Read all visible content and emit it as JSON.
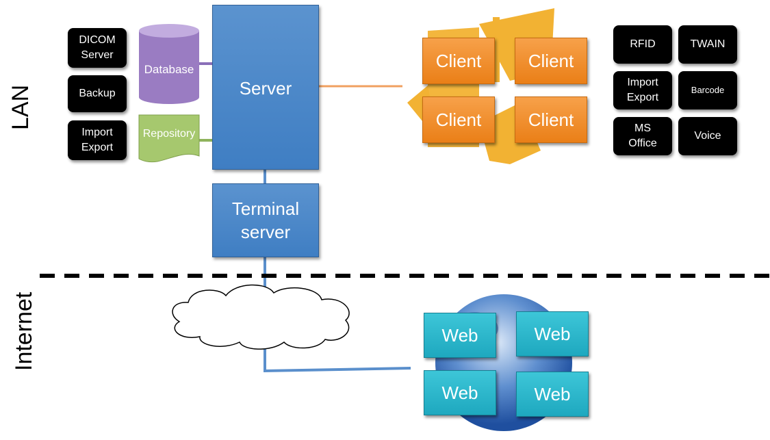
{
  "zones": {
    "lan": "LAN",
    "internet": "Internet"
  },
  "left_blocks": [
    {
      "label": "DICOM\nServer"
    },
    {
      "label": "Backup"
    },
    {
      "label": "Import\nExport"
    }
  ],
  "database": {
    "label": "Database"
  },
  "repository": {
    "label": "Repository"
  },
  "server": {
    "label": "Server"
  },
  "terminal_server": {
    "label": "Terminal\nserver"
  },
  "clients": [
    "Client",
    "Client",
    "Client",
    "Client"
  ],
  "devices": [
    "RFID",
    "TWAIN",
    "Import\nExport",
    "Barcode",
    "MS\nOffice",
    "Voice"
  ],
  "web_clients": [
    "Web",
    "Web",
    "Web",
    "Web"
  ],
  "colors": {
    "server_blue": "#4a88c8",
    "client_orange": "#f08a24",
    "web_cyan": "#2bb5cb",
    "database_purple": "#9a7cc2",
    "repository_green": "#a6c86e",
    "yellow_logo": "#f2b233"
  }
}
